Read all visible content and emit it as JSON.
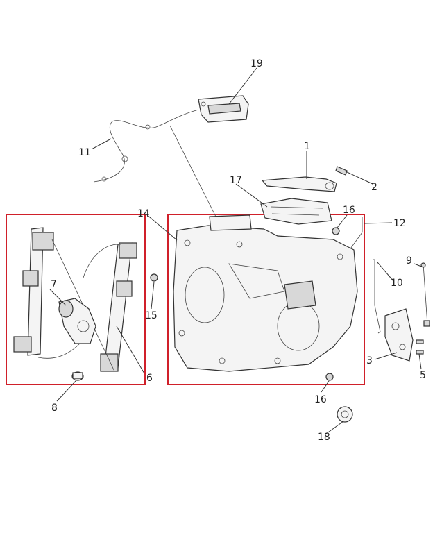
{
  "diagram": {
    "callouts": {
      "c1": "1",
      "c2": "2",
      "c3": "3",
      "c5": "5",
      "c6": "6",
      "c7": "7",
      "c8": "8",
      "c9": "9",
      "c10": "10",
      "c11": "11",
      "c12": "12",
      "c14": "14",
      "c15": "15",
      "c16a": "16",
      "c16b": "16",
      "c17": "17",
      "c18": "18",
      "c19": "19"
    },
    "highlight_color": "#d0202a"
  }
}
